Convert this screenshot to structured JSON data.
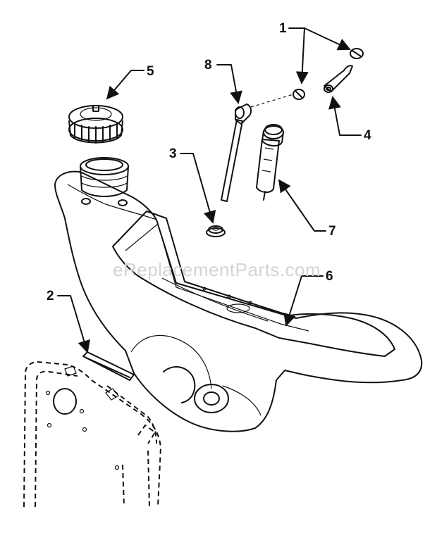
{
  "diagram": {
    "watermark": "eReplacementParts.com",
    "callouts": {
      "c1": "1",
      "c2": "2",
      "c3": "3",
      "c4": "4",
      "c5": "5",
      "c6": "6",
      "c7": "7",
      "c8": "8"
    }
  },
  "colors": {
    "line": "#111111",
    "tank_fill": "#f2f2f2",
    "part_fill": "#e0e0e0",
    "watermark": "#d4d4d4"
  }
}
